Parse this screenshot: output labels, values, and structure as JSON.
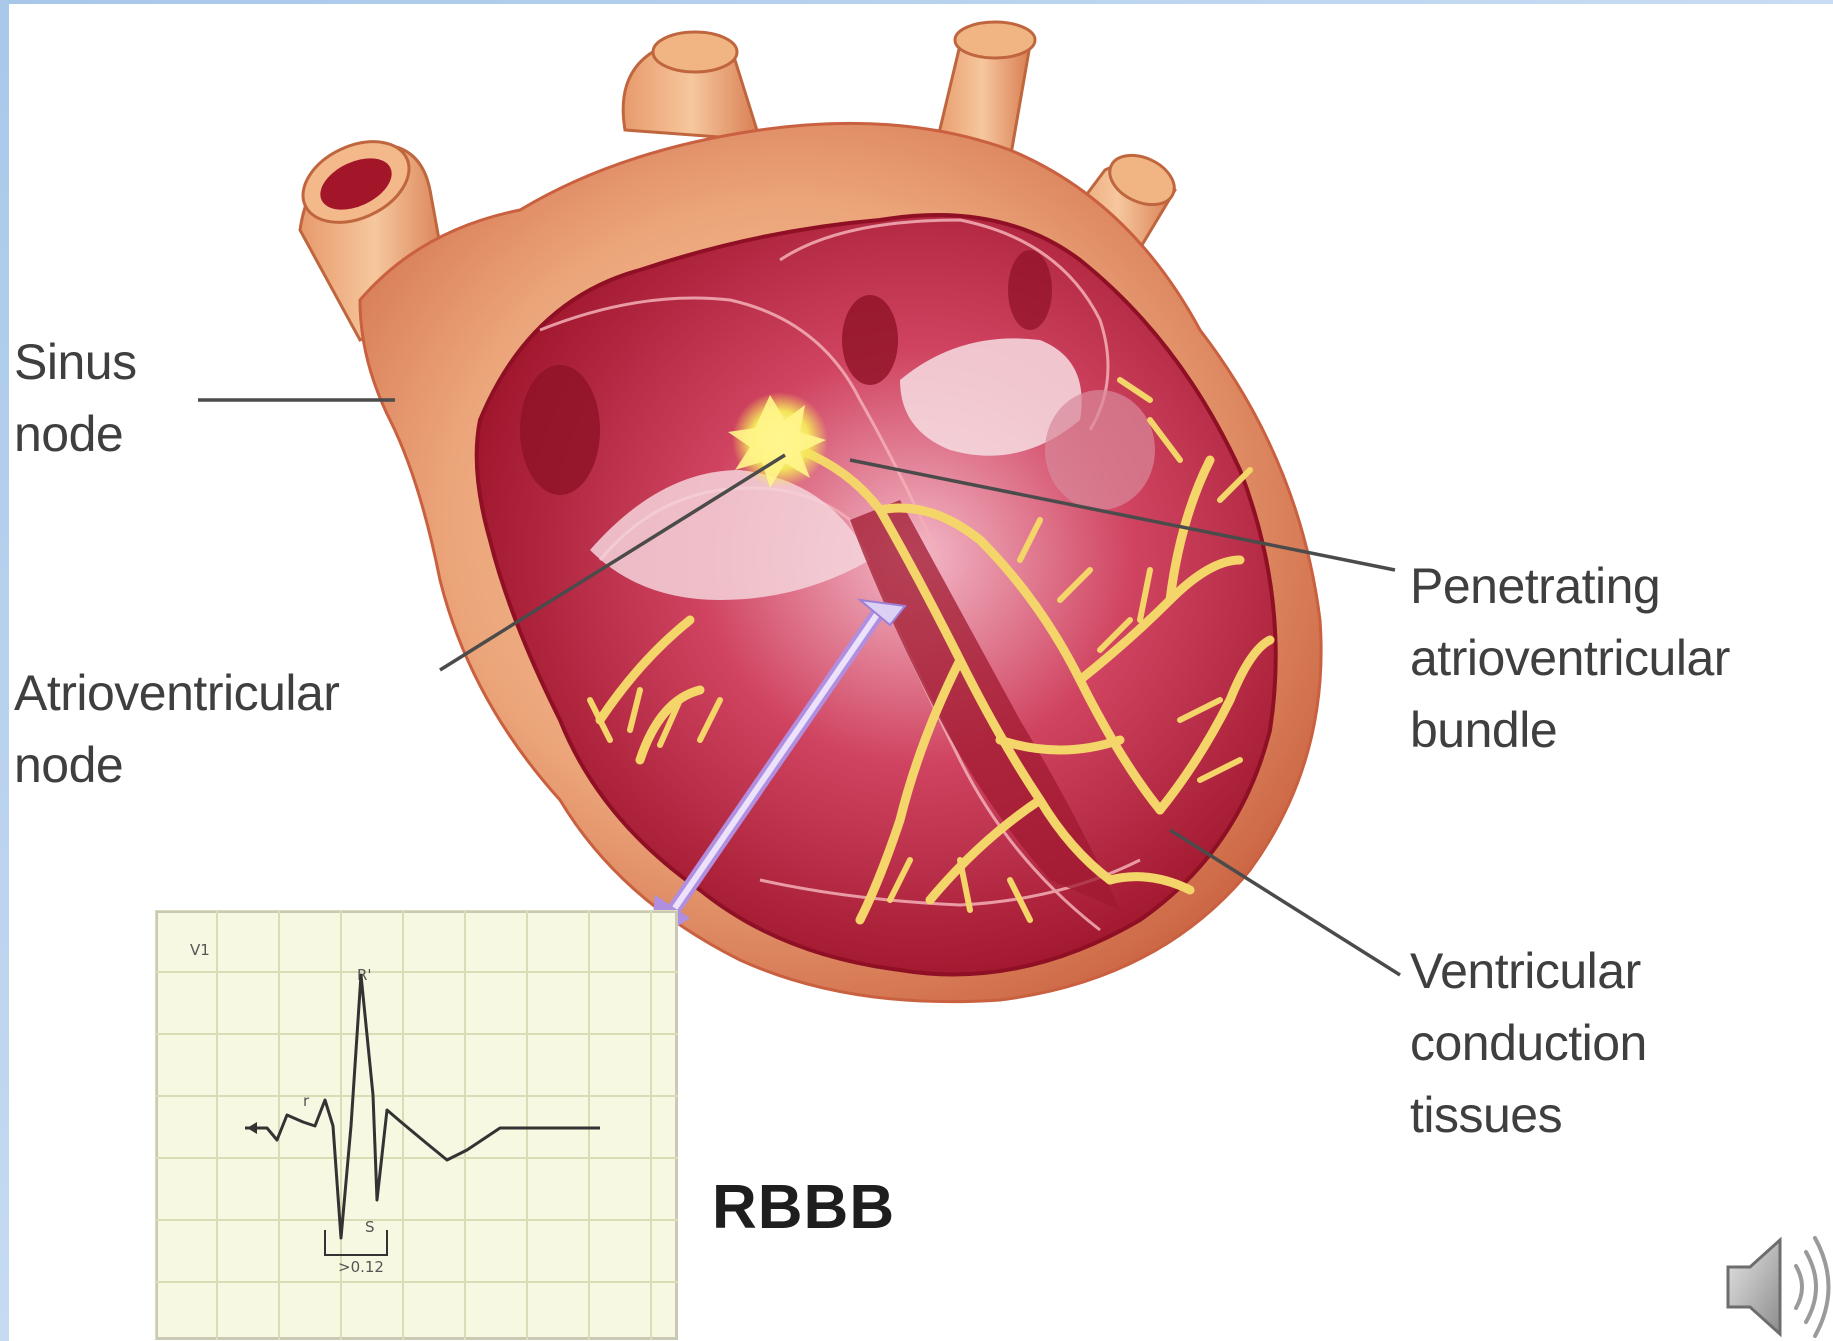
{
  "labels": {
    "sinus_node": "Sinus\nnode",
    "atrioventricular_node": "Atrioventricular\nnode",
    "penetrating_bundle": "Penetrating\natrioventricular\nbundle",
    "ventricular_tissues": "Ventricular\nconduction\ntissues",
    "rbbb": "RBBB"
  },
  "ecg": {
    "lead": "V1",
    "r": "r",
    "r_prime": "R'",
    "s": "S",
    "interval": ">0.12"
  },
  "icons": {
    "speaker": "speaker-icon"
  },
  "colors": {
    "frame": "#a9c8ea",
    "heart_outer": "#e08e63",
    "heart_inner": "#b7203a",
    "conduction": "#f7d774",
    "grid_bg": "#f7f8e2"
  }
}
